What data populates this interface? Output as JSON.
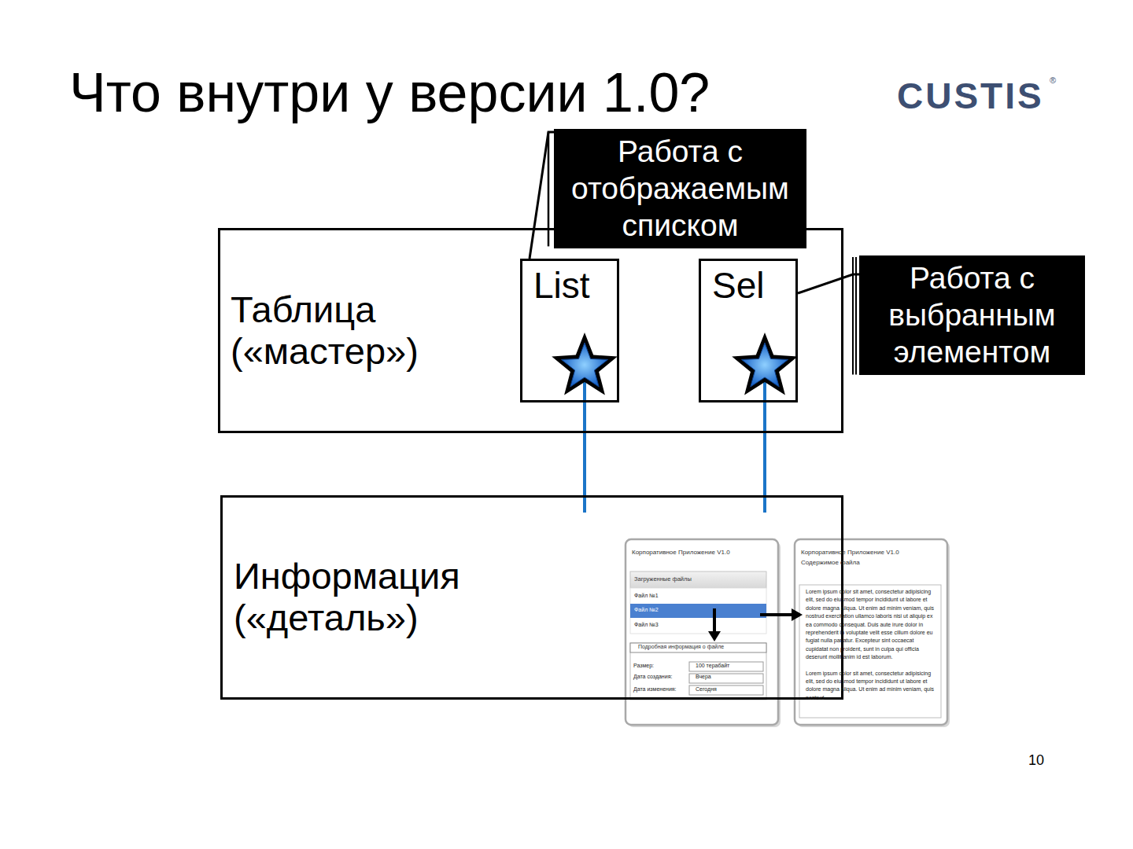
{
  "diagram": {
    "title": "Что внутри у версии 1.0?",
    "nodes": [
      {
        "text": [
          "Таблица («мастер»)"
        ]
      },
      {
        "text": [
          "List"
        ],
        "in": 0
      },
      {
        "text": [
          "Sel"
        ],
        "in": 0
      },
      {
        "text": [
          "Работа с отображаемым списком"
        ]
      },
      {
        "text": [
          "Работа с выбранным элементом"
        ]
      },
      {
        "text": [
          "Информация («деталь»)"
        ]
      }
    ],
    "edges": [
      {
        "from": 3,
        "to": 1,
        "arrow": "none"
      },
      {
        "from": 4,
        "to": 2,
        "arrow": "none"
      },
      {
        "from": 1,
        "to": 5,
        "arrow": "none"
      },
      {
        "from": 2,
        "to": 5,
        "arrow": "none"
      }
    ],
    "labels": [
      "CUSTIS",
      "®",
      "10",
      "Корпоративное Приложение V1.0",
      "Загруженные файлы",
      "Файл №1",
      "Файл №2",
      "Файл №3",
      "Подробная информация о файле",
      "Размер:",
      "100 терабайт",
      "Дата создания:",
      "Вчера",
      "Дата изменения:",
      "Сегодня",
      "Корпоративное Приложение V1.0",
      "Содержимое файла",
      "Lorem ipsum dolor sit amet, consectetur adipisicing elit, sed do eiusmod tempor incididunt ut labore et dolore magna aliqua. Ut enim ad minim veniam, quis nostrud exercitation ullamco laboris nisi ut aliquip ex ea commodo consequat. Duis aute irure dolor in reprehenderit in voluptate velit esse cillum dolore eu fugiat nulla pariatur. Excepteur sint occaecat cupidatat non proident, sunt in culpa qui officia deserunt mollit anim id est laborum.",
      "Lorem ipsum dolor sit amet, consectetur adipisicing elit, sed do eiusmod tempor incididunt ut labore et dolore magna aliqua. Ut enim ad minim veniam, quis nostrud"
    ]
  }
}
